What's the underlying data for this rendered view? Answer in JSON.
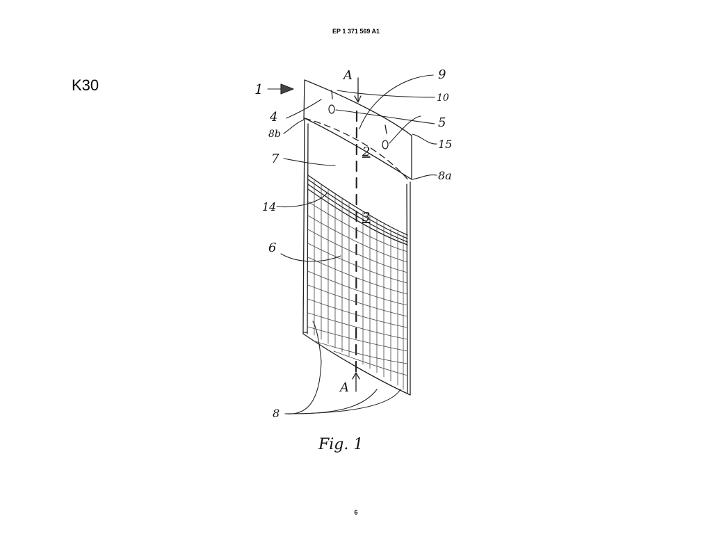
{
  "document": {
    "publication_number": "EP 1 371 569 A1",
    "slide_label": "K30",
    "page_number": "6"
  },
  "figure": {
    "caption": "Fig. 1",
    "reference_labels": {
      "r1": "1",
      "r2": "2",
      "r3": "3",
      "r4": "4",
      "r5": "5",
      "r6": "6",
      "r7": "7",
      "r8": "8",
      "r8a": "8a",
      "r8b": "8b",
      "r9": "9",
      "r10": "10",
      "r14": "14",
      "r15": "15",
      "section_top": "A",
      "section_bottom": "A"
    }
  }
}
